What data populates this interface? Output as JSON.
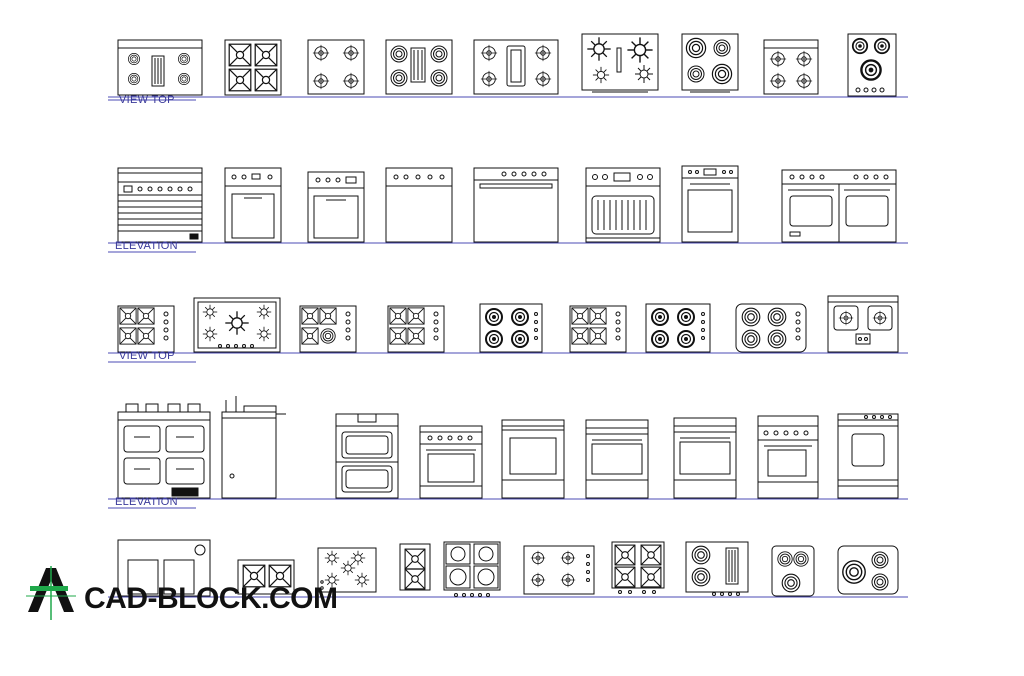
{
  "rows": [
    {
      "label": "VIEW TOP"
    },
    {
      "label": "ELEVATION"
    },
    {
      "label": "VIEW TOP"
    },
    {
      "label": "ELEVATION"
    },
    {
      "label": ""
    }
  ],
  "watermark": {
    "text": "CAD-BLOCK.COM"
  },
  "colors": {
    "line": "#111111",
    "baseline": "#4b4bb4",
    "logo_green": "#1fa84a"
  }
}
